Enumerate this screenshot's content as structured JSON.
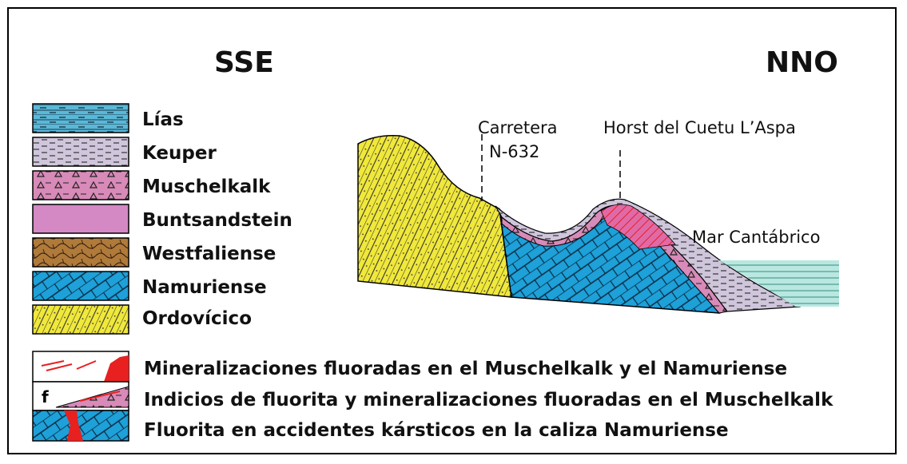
{
  "directions": {
    "left": "SSE",
    "right": "NNO"
  },
  "legend": {
    "units": [
      {
        "key": "lias",
        "label": "Lías"
      },
      {
        "key": "keuper",
        "label": "Keuper"
      },
      {
        "key": "muschelkalk",
        "label": "Muschelkalk"
      },
      {
        "key": "buntsandstein",
        "label": "Buntsandstein"
      },
      {
        "key": "westfaliense",
        "label": "Westfaliense"
      },
      {
        "key": "namuriense",
        "label": "Namuriense"
      },
      {
        "key": "ordovicico",
        "label": "Ordovícico"
      }
    ],
    "mineralization": [
      {
        "label": "Mineralizaciones fluoradas en el Muschelkalk y el Namuriense"
      },
      {
        "label": "Indicios de fluorita y mineralizaciones fluoradas en el Muschelkalk"
      },
      {
        "label": "Fluorita en accidentes kársticos en la caliza Namuriense"
      }
    ],
    "symbol_letter": "f"
  },
  "section": {
    "road_label_1": "Carretera",
    "road_label_2": "N-632",
    "horst_label": "Horst del Cuetu L’Aspa",
    "sea_label": "Mar Cantábrico"
  },
  "colors": {
    "lias": "#5ab8d8",
    "keuper": "#cfc6dc",
    "muschelkalk": "#d88ab8",
    "buntsandstein": "#d488c4",
    "westfaliense": "#b07a3a",
    "namuriense": "#1ea0d8",
    "ordovicico": "#f0e83a",
    "mineral": "#e82020",
    "sea": "#b8e8e0"
  }
}
